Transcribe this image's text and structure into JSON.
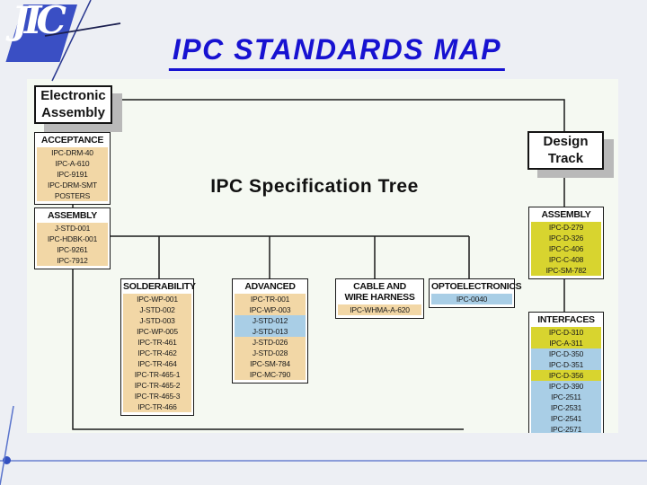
{
  "header": {
    "logo_text": "JIC",
    "title": "IPC STANDARDS MAP"
  },
  "diagram": {
    "title": "IPC Specification Tree",
    "nodes": {
      "electronic_assembly": {
        "label": "Electronic\nAssembly"
      },
      "design_track": {
        "label": "Design\nTrack"
      }
    },
    "boxes": {
      "acceptance": {
        "header": "ACCEPTANCE",
        "items": [
          {
            "code": "IPC-DRM-40",
            "color": "tan"
          },
          {
            "code": "IPC-A-610",
            "color": "tan"
          },
          {
            "code": "IPC-9191",
            "color": "tan"
          },
          {
            "code": "IPC-DRM-SMT",
            "color": "tan"
          },
          {
            "code": "POSTERS",
            "color": "tan"
          }
        ]
      },
      "assembly_left": {
        "header": "ASSEMBLY",
        "items": [
          {
            "code": "J-STD-001",
            "color": "tan"
          },
          {
            "code": "IPC-HDBK-001",
            "color": "tan"
          },
          {
            "code": "IPC-9261",
            "color": "tan"
          },
          {
            "code": "IPC-7912",
            "color": "tan"
          }
        ]
      },
      "solderability": {
        "header": "SOLDERABILITY",
        "items": [
          {
            "code": "IPC-WP-001",
            "color": "tan"
          },
          {
            "code": "J-STD-002",
            "color": "tan"
          },
          {
            "code": "J-STD-003",
            "color": "tan"
          },
          {
            "code": "IPC-WP-005",
            "color": "tan"
          },
          {
            "code": "IPC-TR-461",
            "color": "tan"
          },
          {
            "code": "IPC-TR-462",
            "color": "tan"
          },
          {
            "code": "IPC-TR-464",
            "color": "tan"
          },
          {
            "code": "IPC-TR-465-1",
            "color": "tan"
          },
          {
            "code": "IPC-TR-465-2",
            "color": "tan"
          },
          {
            "code": "IPC-TR-465-3",
            "color": "tan"
          },
          {
            "code": "IPC-TR-466",
            "color": "tan"
          }
        ]
      },
      "advanced": {
        "header": "ADVANCED",
        "items": [
          {
            "code": "IPC-TR-001",
            "color": "tan"
          },
          {
            "code": "IPC-WP-003",
            "color": "tan"
          },
          {
            "code": "J-STD-012",
            "color": "blue"
          },
          {
            "code": "J-STD-013",
            "color": "blue"
          },
          {
            "code": "J-STD-026",
            "color": "tan"
          },
          {
            "code": "J-STD-028",
            "color": "tan"
          },
          {
            "code": "IPC-SM-784",
            "color": "tan"
          },
          {
            "code": "IPC-MC-790",
            "color": "tan"
          }
        ]
      },
      "cable_wire_harness": {
        "header": "CABLE AND\nWIRE HARNESS",
        "items": [
          {
            "code": "IPC-WHMA-A-620",
            "color": "tan"
          }
        ]
      },
      "optoelectronics": {
        "header": "OPTOELECTRONICS",
        "items": [
          {
            "code": "IPC-0040",
            "color": "blue"
          }
        ]
      },
      "assembly_right": {
        "header": "ASSEMBLY",
        "items": [
          {
            "code": "IPC-D-279",
            "color": "yellow"
          },
          {
            "code": "IPC-D-326",
            "color": "yellow"
          },
          {
            "code": "IPC-C-406",
            "color": "yellow"
          },
          {
            "code": "IPC-C-408",
            "color": "yellow"
          },
          {
            "code": "IPC-SM-782",
            "color": "yellow"
          }
        ]
      },
      "interfaces": {
        "header": "INTERFACES",
        "items": [
          {
            "code": "IPC-D-310",
            "color": "yellow"
          },
          {
            "code": "IPC-A-311",
            "color": "yellow"
          },
          {
            "code": "IPC-D-350",
            "color": "blue"
          },
          {
            "code": "IPC-D-351",
            "color": "blue"
          },
          {
            "code": "IPC-D-356",
            "color": "yellow"
          },
          {
            "code": "IPC-D-390",
            "color": "blue"
          },
          {
            "code": "IPC-2511",
            "color": "blue"
          },
          {
            "code": "IPC-2531",
            "color": "blue"
          },
          {
            "code": "IPC-2541",
            "color": "blue"
          },
          {
            "code": "IPC-2571",
            "color": "blue"
          }
        ]
      }
    }
  },
  "colors": {
    "tan": "#f2d7a6",
    "blue": "#a9cee6",
    "yellow": "#d8d42f",
    "title_blue": "#1712d1",
    "logo_blue": "#3a4fc4",
    "footer_blue": "#8b9cd9"
  }
}
